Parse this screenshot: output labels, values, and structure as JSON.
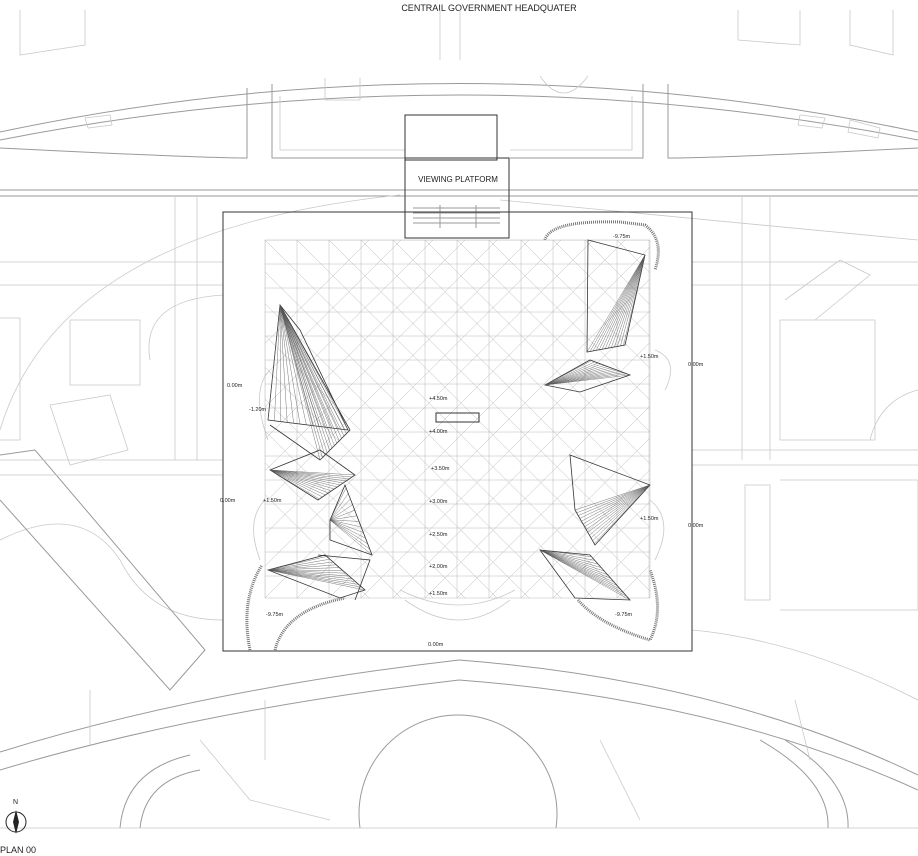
{
  "drawing": {
    "top_caption": "CENTRAIL GOVERNMENT HEADQUATER",
    "platform_label": "VIEWING PLATFORM",
    "plan_label": "PLAN 00",
    "north_label": "N",
    "levels": {
      "l450": "+4.50m",
      "l400": "+4.00m",
      "l350": "+3.50m",
      "l300": "+3.00m",
      "l250": "+2.50m",
      "l200": "+2.00m",
      "l150": "+1.50m",
      "left150": "+1.50m",
      "right150a": "+1.50m",
      "right150b": "+1.50m",
      "left000a": "0.00m",
      "left000b": "0.00m",
      "right000a": "0.00m",
      "right000b": "0.00m",
      "bottom000": "0.00m",
      "minus120": "-1.20m",
      "topright975": "-9.75m",
      "bottomleft975": "-9.75m",
      "bottomright975": "-9.75m"
    }
  }
}
